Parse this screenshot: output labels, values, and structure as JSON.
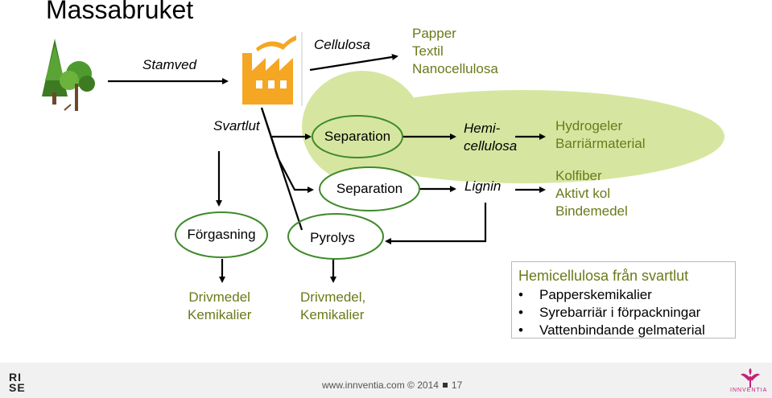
{
  "title": "Massabruket",
  "labels": {
    "stamved": "Stamved",
    "cellulosa": "Cellulosa",
    "svartlut": "Svartlut",
    "hemi_line1": "Hemi-",
    "hemi_line2": "cellulosa",
    "lignin": "Lignin"
  },
  "products": {
    "cellulosa": [
      "Papper",
      "Textil",
      "Nanocellulosa"
    ],
    "hemicellulosa": [
      "Hydrogeler",
      "Barriärmaterial"
    ],
    "lignin": [
      "Kolfiber",
      "Aktivt kol",
      "Bindemedel"
    ],
    "forgasning": [
      "Drivmedel",
      "Kemikalier"
    ],
    "pyrolys": [
      "Drivmedel,",
      "Kemikalier"
    ]
  },
  "ellipses": {
    "separation_top": "Separation",
    "separation_bottom": "Separation",
    "forgasning": "Förgasning",
    "pyrolys": "Pyrolys"
  },
  "hemi_box": {
    "heading": "Hemicellulosa från svartlut",
    "items": [
      "Papperskemikalier",
      "Syrebarriär i förpackningar",
      "Vattenbindande gelmaterial"
    ]
  },
  "footer": {
    "text": "www.innventia.com © 2014",
    "page": "17",
    "logo_left": "RI SE",
    "logo_right": "INNVENTIA"
  },
  "colors": {
    "olive_text": "#6b7a1a",
    "ellipse_border": "#3f8a2a",
    "highlight": "#d6e6a0",
    "factory": "#f5a623",
    "tree_green": "#4e9a2e"
  }
}
